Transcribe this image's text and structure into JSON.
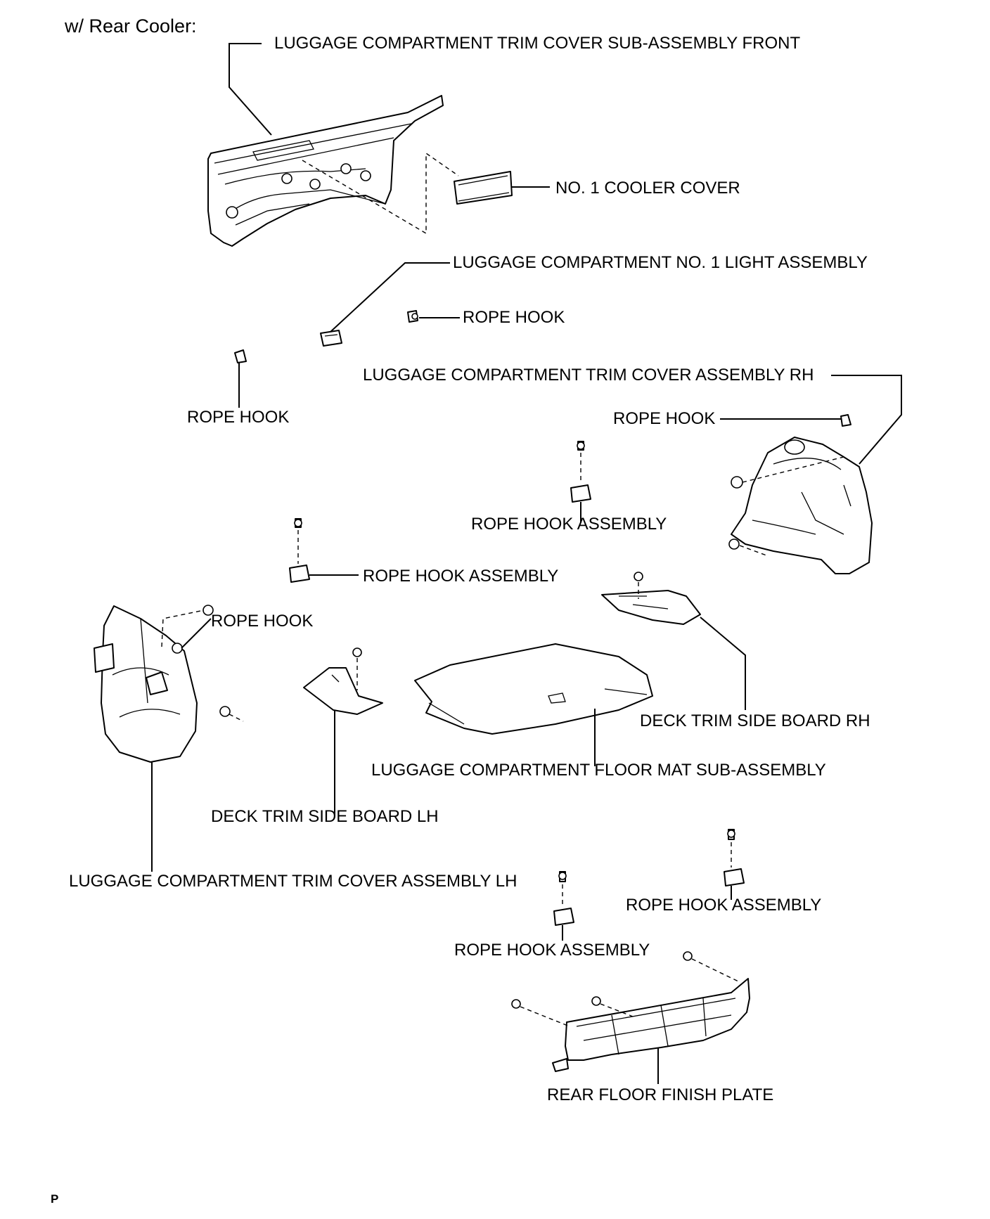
{
  "diagram": {
    "header": "w/ Rear Cooler:",
    "footer_code": "P",
    "labels": {
      "trim_cover_front": "LUGGAGE COMPARTMENT TRIM COVER SUB-ASSEMBLY FRONT",
      "cooler_cover": "NO. 1 COOLER COVER",
      "light_assembly": "LUGGAGE COMPARTMENT NO. 1 LIGHT ASSEMBLY",
      "rope_hook_upper": "ROPE HOOK",
      "rope_hook_left": "ROPE HOOK",
      "trim_cover_rh": "LUGGAGE COMPARTMENT TRIM COVER ASSEMBLY RH",
      "rope_hook_rh": "ROPE HOOK",
      "rope_hook_assembly_center": "ROPE HOOK ASSEMBLY",
      "rope_hook_assembly_left": "ROPE HOOK ASSEMBLY",
      "rope_hook_lh": "ROPE HOOK",
      "deck_board_rh": "DECK TRIM SIDE BOARD RH",
      "floor_mat": "LUGGAGE COMPARTMENT FLOOR MAT SUB-ASSEMBLY",
      "deck_board_lh": "DECK TRIM SIDE BOARD LH",
      "trim_cover_lh": "LUGGAGE COMPARTMENT TRIM COVER ASSEMBLY LH",
      "rope_hook_assembly_lower_right": "ROPE HOOK ASSEMBLY",
      "rope_hook_assembly_lower": "ROPE HOOK ASSEMBLY",
      "finish_plate": "REAR FLOOR FINISH PLATE"
    }
  }
}
